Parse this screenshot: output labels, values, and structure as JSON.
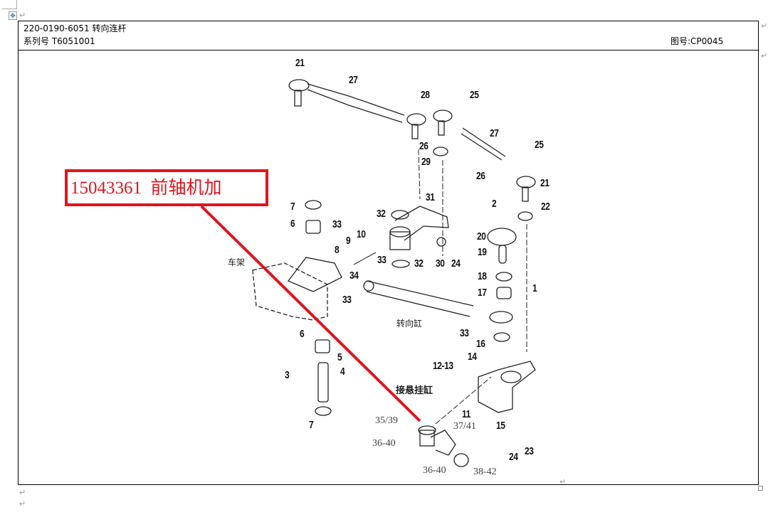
{
  "header": {
    "part_line": "220-0190-6051 转向连杆",
    "series_line": "系列号 T6051001",
    "drawing_no": "图号:CP0045"
  },
  "callout": {
    "text": "15043361  前轴机加",
    "color": "#e0141e"
  },
  "diagram": {
    "labels": [
      "21",
      "27",
      "28",
      "25",
      "26",
      "29",
      "27",
      "25",
      "26",
      "21",
      "7",
      "31",
      "32",
      "2",
      "22",
      "6",
      "33",
      "10",
      "9",
      "8",
      "20",
      "19",
      "33",
      "32",
      "30",
      "24",
      "34",
      "18",
      "17",
      "1",
      "33",
      "33",
      "16",
      "6",
      "5",
      "14",
      "12-13",
      "3",
      "4",
      "7",
      "11",
      "15",
      "23",
      "24"
    ],
    "serif_labels": [
      "35/39",
      "37/41",
      "36-40",
      "36-40",
      "38-42"
    ],
    "captions": {
      "frame": "车架",
      "steering_cylinder": "转向缸",
      "to_hitch_cylinder": "接悬挂缸"
    }
  }
}
